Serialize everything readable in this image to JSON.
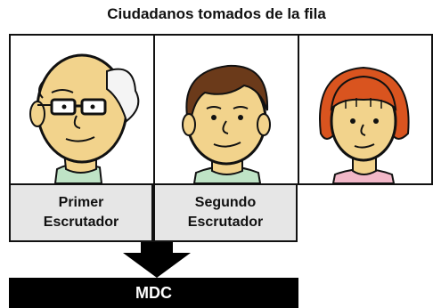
{
  "title": "Ciudadanos tomados de la fila",
  "people": [
    {
      "role_line1": "Primer",
      "role_line2": "Escrutador"
    },
    {
      "role_line1": "Segundo",
      "role_line2": "Escrutador"
    }
  ],
  "destination": "MDC",
  "colors": {
    "label_bg": "#e6e6e6",
    "mdc_bg": "#000000",
    "skin": "#f2d38c",
    "hair_brown": "#6b3a1a",
    "hair_orange": "#d9541f",
    "shirt_green": "#bfe3c6",
    "shirt_pink": "#f2b8c8"
  }
}
